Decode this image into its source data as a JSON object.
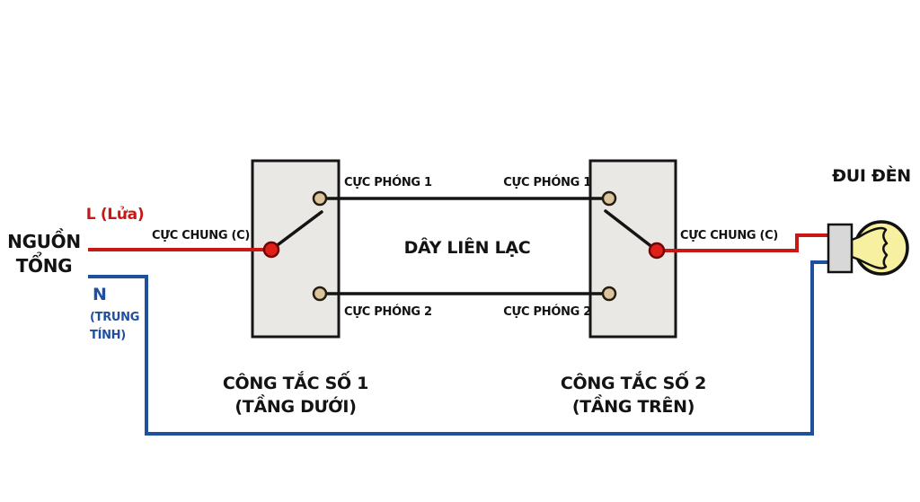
{
  "colors": {
    "live": "#c81714",
    "live_dot": "#e02018",
    "neutral": "#1f4f9e",
    "wire_black": "#141414",
    "box_fill": "#e9e8e5",
    "box_border": "#161616",
    "terminal_fill": "#dcc49c",
    "socket_fill": "#d8d8d8",
    "bulb_fill": "#f6f0a0",
    "text": "#131313"
  },
  "source": {
    "name_line1": "NGUỒN",
    "name_line2": "TỔNG",
    "live_label": "L (Lửa)",
    "neutral_label": "N",
    "neutral_note_line1": "(TRUNG",
    "neutral_note_line2": "TÍNH)"
  },
  "switch1": {
    "common_label": "CỰC CHUNG (C)",
    "terminal1_label": "CỰC PHÓNG 1",
    "terminal2_label": "CỰC PHÓNG 2",
    "caption_line1": "CÔNG TẮC SỐ 1",
    "caption_line2": "(TẦNG DƯỚI)"
  },
  "switch2": {
    "common_label": "CỰC CHUNG (C)",
    "terminal1_label": "CỰC PHÓNG 1",
    "terminal2_label": "CỰC PHÓNG 2",
    "caption_line1": "CÔNG TẮC SỐ 2",
    "caption_line2": "(TẦNG TRÊN)"
  },
  "middle": {
    "traveler_label": "DÂY LIÊN LẠC"
  },
  "lamp": {
    "holder_label": "ĐUI ĐÈN"
  }
}
